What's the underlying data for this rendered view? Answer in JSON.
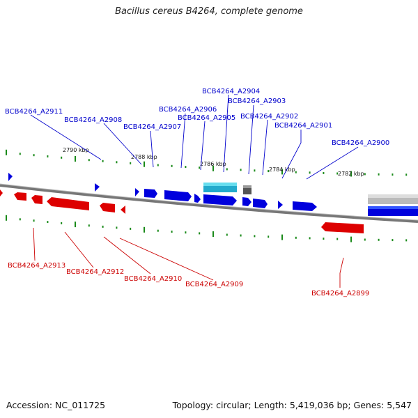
{
  "title": "Bacillus cereus B4264, complete genome",
  "footer": {
    "accession": "Accession: NC_011725",
    "summary": "Topology: circular; Length: 5,419,036 bp; Genes: 5,547"
  },
  "colors": {
    "forward": "#0000dd",
    "reverse": "#dd0000",
    "highlight": "#22bbdd",
    "backbone": "#777777",
    "ticks": "#1a8a1a"
  },
  "kbp_labels": [
    "2790 kbp",
    "2788 kbp",
    "2786 kbp",
    "2784 kbp",
    "2782 kbp"
  ],
  "forward_labels": [
    "BCB4264_A2911",
    "BCB4264_A2908",
    "BCB4264_A2907",
    "BCB4264_A2906",
    "BCB4264_A2905",
    "BCB4264_A2904",
    "BCB4264_A2903",
    "BCB4264_A2902",
    "BCB4264_A2901",
    "BCB4264_A2900"
  ],
  "reverse_labels": [
    "BCB4264_A2913",
    "BCB4264_A2912",
    "BCB4264_A2910",
    "BCB4264_A2909",
    "BCB4264_A2899"
  ]
}
